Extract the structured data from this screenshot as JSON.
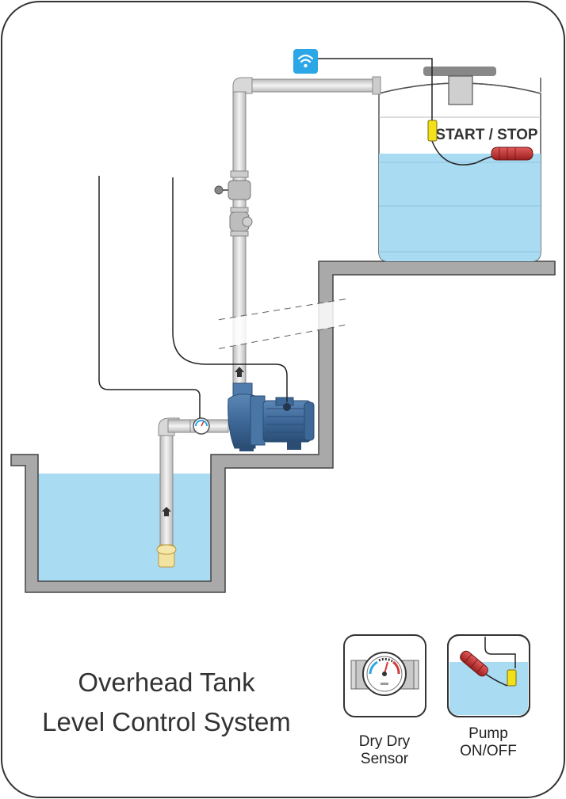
{
  "title": {
    "line1": "Overhead Tank",
    "line2": "Level Control System"
  },
  "tank_label": "START / STOP",
  "legend": [
    {
      "icon": "pressure-gauge-icon",
      "line1": "Dry Dry",
      "line2": "Sensor"
    },
    {
      "icon": "float-switch-icon",
      "line1": "Pump",
      "line2": "ON/OFF"
    }
  ],
  "wifi_icon": "wifi-icon",
  "colors": {
    "water": "#a9dbf2",
    "wifi_badge": "#2ba6e6",
    "float_sensor": "#f2e01b",
    "float_switch": "#d23a3a",
    "pump_body": "#3f6d9e",
    "foot_valve": "#f3e3a1",
    "structure": "#aeaeae"
  }
}
